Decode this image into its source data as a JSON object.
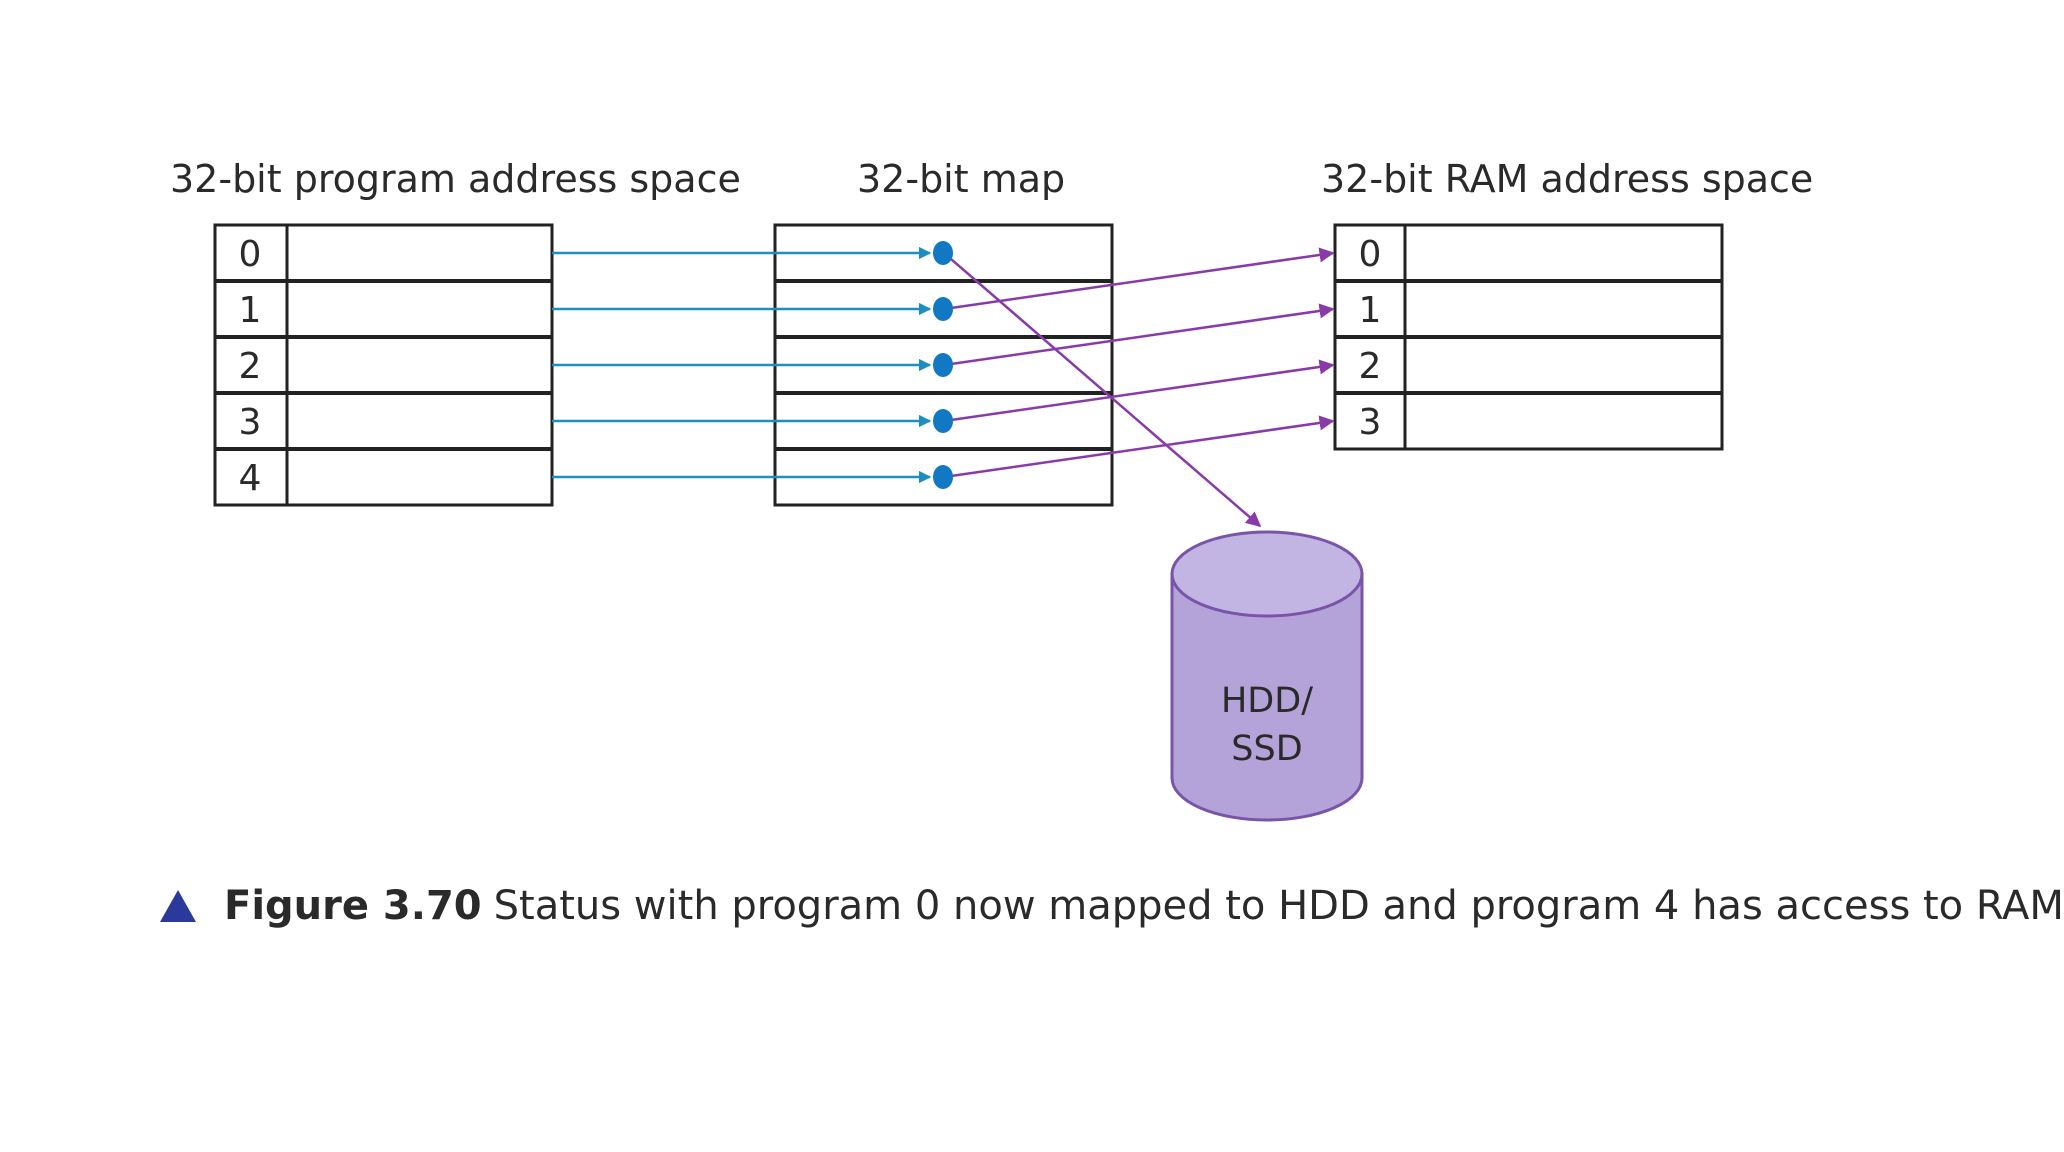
{
  "program_space": {
    "title": "32-bit program address space",
    "cells": [
      "0",
      "1",
      "2",
      "3",
      "4"
    ]
  },
  "map": {
    "title": "32-bit map",
    "rows": 5
  },
  "ram_space": {
    "title": "32-bit RAM address space",
    "cells": [
      "0",
      "1",
      "2",
      "3"
    ]
  },
  "disk": {
    "line1": "HDD/",
    "line2": "SSD"
  },
  "caption": {
    "number": "Figure 3.70",
    "text": "Status with program 0 now mapped to HDD and program 4 has access to RAM"
  },
  "mappings": {
    "program_to_map": [
      0,
      1,
      2,
      3,
      4
    ],
    "map_targets": [
      "disk",
      "ram-0",
      "ram-1",
      "ram-2",
      "ram-3"
    ]
  },
  "colors": {
    "program_arrow": "#1a8fc0",
    "map_dot": "#1178c4",
    "ram_arrow": "#8a3aa8",
    "disk_fill": "#b3a3d9",
    "disk_top": "#c2b4e3",
    "disk_stroke": "#7a54a8",
    "caption_marker": "#2b3a9a"
  }
}
